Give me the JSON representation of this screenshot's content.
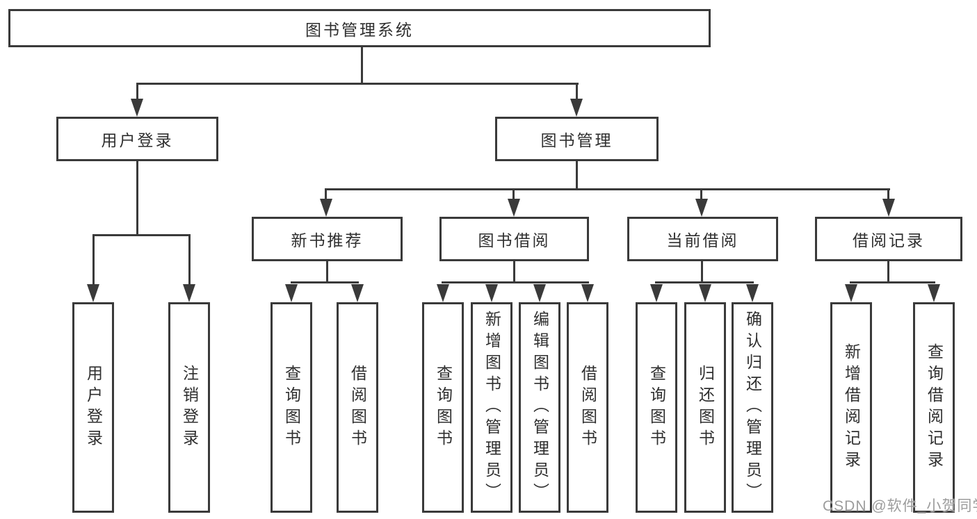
{
  "diagram": {
    "root": {
      "label": "图书管理系统"
    },
    "branches": [
      {
        "label": "用户登录",
        "leaves": [
          {
            "label": "用户登录"
          },
          {
            "label": "注销登录"
          }
        ]
      },
      {
        "label": "图书管理",
        "groups": [
          {
            "label": "新书推荐",
            "leaves": [
              {
                "label": "查询图书"
              },
              {
                "label": "借阅图书"
              }
            ]
          },
          {
            "label": "图书借阅",
            "leaves": [
              {
                "label": "查询图书"
              },
              {
                "label": "新增图书（管理员）"
              },
              {
                "label": "编辑图书（管理员）"
              },
              {
                "label": "借阅图书"
              }
            ]
          },
          {
            "label": "当前借阅",
            "leaves": [
              {
                "label": "查询图书"
              },
              {
                "label": "归还图书"
              },
              {
                "label": "确认归还（管理员）"
              }
            ]
          },
          {
            "label": "借阅记录",
            "leaves": [
              {
                "label": "新增借阅记录"
              },
              {
                "label": "查询借阅记录"
              }
            ]
          }
        ]
      }
    ]
  },
  "watermark": {
    "text": "CSDN @软件_小贺同学"
  },
  "colors": {
    "line": "#3a3a3a",
    "box_border": "#3a3a3a",
    "box_fill": "#ffffff",
    "text": "#2f2f2f",
    "watermark": "#9c9c9c"
  }
}
